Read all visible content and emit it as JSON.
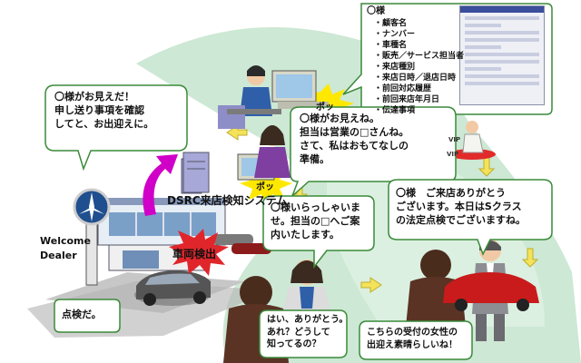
{
  "top_right_bubble": {
    "title": "〇様",
    "items": [
      "・顧客名",
      "・ナンバー",
      "・車種名",
      "・販売／サービス担当者",
      "・来店種別",
      "・来店日時／退店日時",
      "・前回対応履歴",
      "・前回来店年月日",
      "・伝達事項"
    ]
  },
  "left_bubble": {
    "lines": [
      "〇様がお見えだ！",
      "申し送り事項を確認",
      "してと、お出迎えに。"
    ]
  },
  "pop_label_1": "ポッ",
  "pop_label_2": "ポッ",
  "center_bubble": {
    "lines": [
      "〇様がお見えね。",
      "担当は営業の□さんね。",
      "さて、私はおもてなしの",
      "準備。"
    ]
  },
  "vip_labels": [
    "VIP",
    "VIP"
  ],
  "system_title": "DSRC来店検知システム",
  "welcome_sign": [
    "Welcome",
    "Dealer"
  ],
  "vehicle_detection_label": "車両検出",
  "inspection_bubble": "点検だ。",
  "receptionist_bubble": {
    "lines": [
      "〇様いらっしゃいま",
      "せ。担当の□へご案",
      "内いたします。"
    ]
  },
  "sales_bubble": {
    "lines": [
      "〇様　ご来店ありがとう",
      "ございます。本日はSクラス",
      "の法定点検でございますね。"
    ]
  },
  "customer_bubble_1": {
    "lines": [
      "はい、ありがとう。",
      "あれ？どうして",
      "知ってるの？"
    ]
  },
  "customer_bubble_2": {
    "lines": [
      "こちらの受付の女性の",
      "出迎え素晴らしいね！"
    ]
  },
  "colors": {
    "flow_band": "#c8e6cf",
    "bubble_fill": "#ffffff",
    "bubble_stroke": "#3a8a3a",
    "pop_yellow": "#ffe800",
    "arrow_magenta": "#d000c8",
    "starburst_red": "#e0262b",
    "arrow_yellow": "#f4e35a"
  }
}
